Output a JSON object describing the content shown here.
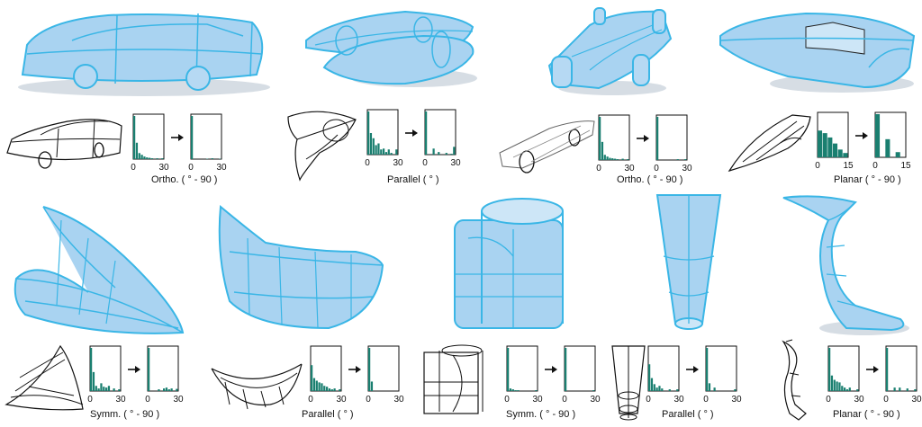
{
  "figure": {
    "panels": [
      {
        "id": "car-1",
        "caption": "Ortho. ( ° - 90 )",
        "before": {
          "ticks": [
            "0",
            "30"
          ],
          "values": [
            1.0,
            0.38,
            0.14,
            0.1,
            0.06,
            0.04,
            0.03,
            0.02,
            0.0,
            0.02,
            0.0,
            0.02
          ]
        },
        "after": {
          "ticks": [
            "0",
            "30"
          ],
          "values": [
            1.0,
            0.0,
            0.0,
            0.0,
            0.0,
            0.0,
            0.01,
            0.0,
            0.02,
            0.0,
            0.0,
            0.01
          ]
        }
      },
      {
        "id": "car-2",
        "caption": "Parallel ( ° )",
        "before": {
          "ticks": [
            "0",
            "30"
          ],
          "values": [
            1.0,
            0.5,
            0.38,
            0.22,
            0.26,
            0.12,
            0.14,
            0.06,
            0.12,
            0.04,
            0.0,
            0.12
          ]
        },
        "after": {
          "ticks": [
            "0",
            "30"
          ],
          "values": [
            1.0,
            0.0,
            0.0,
            0.14,
            0.0,
            0.06,
            0.0,
            0.0,
            0.04,
            0.0,
            0.02,
            0.18
          ]
        }
      },
      {
        "id": "car-3",
        "caption": "Ortho. ( ° - 90 )",
        "before": {
          "ticks": [
            "0",
            "30"
          ],
          "values": [
            1.0,
            0.42,
            0.12,
            0.08,
            0.05,
            0.04,
            0.03,
            0.02,
            0.0,
            0.03,
            0.0,
            0.02
          ]
        },
        "after": {
          "ticks": [
            "0",
            "30"
          ],
          "values": [
            1.0,
            0.0,
            0.0,
            0.0,
            0.0,
            0.0,
            0.0,
            0.0,
            0.02,
            0.0,
            0.0,
            0.02
          ]
        }
      },
      {
        "id": "car-4",
        "caption": "Planar ( ° - 90 )",
        "before": {
          "ticks": [
            "0",
            "15"
          ],
          "values": [
            0.62,
            0.56,
            0.46,
            0.32,
            0.18,
            0.1
          ]
        },
        "after": {
          "ticks": [
            "0",
            "15"
          ],
          "values": [
            1.0,
            0.0,
            0.42,
            0.0,
            0.12,
            0.0
          ]
        }
      },
      {
        "id": "shape-5",
        "caption": "Symm. ( ° - 90 )",
        "before": {
          "ticks": [
            "0",
            "30"
          ],
          "values": [
            1.0,
            0.44,
            0.12,
            0.06,
            0.18,
            0.1,
            0.08,
            0.12,
            0.0,
            0.06,
            0.0,
            0.04
          ]
        },
        "after": {
          "ticks": [
            "0",
            "30"
          ],
          "values": [
            1.0,
            0.0,
            0.0,
            0.0,
            0.04,
            0.0,
            0.06,
            0.08,
            0.04,
            0.06,
            0.0,
            0.05
          ]
        }
      },
      {
        "id": "shape-6",
        "caption": "Parallel ( ° )",
        "before": {
          "ticks": [
            "0",
            "30"
          ],
          "values": [
            0.6,
            0.3,
            0.24,
            0.2,
            0.18,
            0.12,
            0.1,
            0.06,
            0.04,
            0.06,
            0.0,
            0.04
          ]
        },
        "after": {
          "ticks": [
            "0",
            "30"
          ],
          "values": [
            1.0,
            0.22,
            0.0,
            0.0,
            0.0,
            0.0,
            0.0,
            0.0,
            0.0,
            0.0,
            0.0,
            0.0
          ]
        }
      },
      {
        "id": "shape-7",
        "caption": "Symm. ( ° - 90 )",
        "before": {
          "ticks": [
            "0",
            "30"
          ],
          "values": [
            1.0,
            0.06,
            0.04,
            0.02,
            0.02,
            0.0,
            0.0,
            0.0,
            0.0,
            0.0,
            0.0,
            0.02
          ]
        },
        "after": {
          "ticks": [
            "0",
            "30"
          ],
          "values": [
            1.0,
            0.0,
            0.0,
            0.0,
            0.0,
            0.0,
            0.0,
            0.0,
            0.0,
            0.0,
            0.0,
            0.02
          ]
        }
      },
      {
        "id": "shape-8",
        "caption": "Parallel ( ° )",
        "before": {
          "ticks": [
            "0",
            "30"
          ],
          "values": [
            0.62,
            0.3,
            0.16,
            0.08,
            0.12,
            0.06,
            0.0,
            0.0,
            0.04,
            0.0,
            0.0,
            0.04
          ]
        },
        "after": {
          "ticks": [
            "0",
            "30"
          ],
          "values": [
            1.0,
            0.18,
            0.0,
            0.08,
            0.0,
            0.0,
            0.0,
            0.0,
            0.0,
            0.0,
            0.0,
            0.04
          ]
        }
      },
      {
        "id": "shape-9",
        "caption": "Planar ( ° - 90 )",
        "before": {
          "ticks": [
            "0",
            "30"
          ],
          "values": [
            1.0,
            0.36,
            0.26,
            0.22,
            0.2,
            0.12,
            0.08,
            0.04,
            0.08,
            0.0,
            0.0,
            0.04
          ]
        },
        "after": {
          "ticks": [
            "0",
            "30"
          ],
          "values": [
            1.0,
            0.0,
            0.0,
            0.08,
            0.0,
            0.08,
            0.0,
            0.0,
            0.06,
            0.0,
            0.0,
            0.04
          ]
        }
      }
    ]
  },
  "colors": {
    "bar": "#1a7f70",
    "surface": "#9fcff2",
    "curve": "#33b3e6",
    "shadow": "#bfcbd6",
    "ink": "#111111"
  }
}
